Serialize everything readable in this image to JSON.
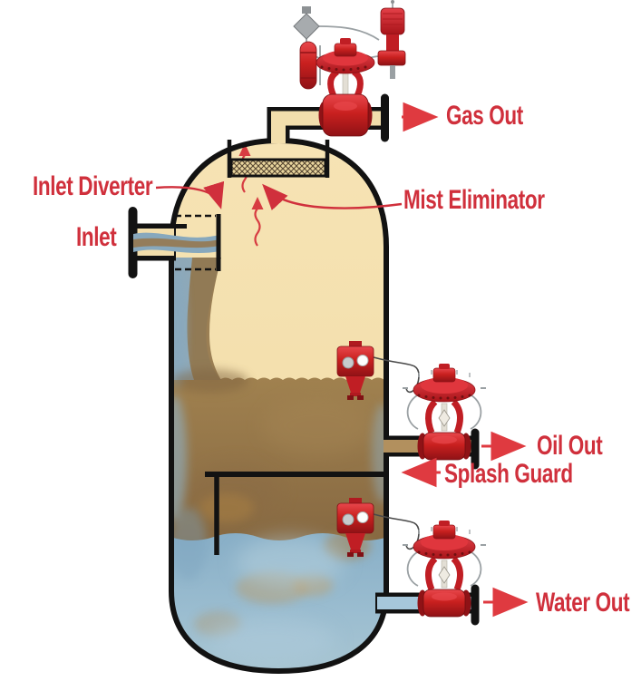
{
  "figure": {
    "description": "Cutaway diagram of a vertical three-phase separator vessel with gas, oil and water phases, inlet diverter, mist eliminator pad, splash guard baffle, level controllers and red control valves on the gas, oil and water outlets."
  },
  "labels": {
    "inlet_diverter": "Inlet Diverter",
    "inlet": "Inlet",
    "gas_out": "Gas Out",
    "mist_eliminator": "Mist Eliminator",
    "oil_out": "Oil Out",
    "splash_guard": "Splash Guard",
    "water_out": "Water Out"
  },
  "colors": {
    "background": "#FFFFFF",
    "label_text": "#D0303C",
    "annotation_arrow": "#DF3A40",
    "equipment_red": "#D2262D",
    "equipment_red_dark": "#8F1216",
    "vessel_outline": "#121212",
    "gas_phase_cream": "#F4E0AE",
    "oil_phase_brown": "#97794B",
    "water_phase_blue": "#96B9CE",
    "pipe_gray": "#9AA0A3"
  }
}
